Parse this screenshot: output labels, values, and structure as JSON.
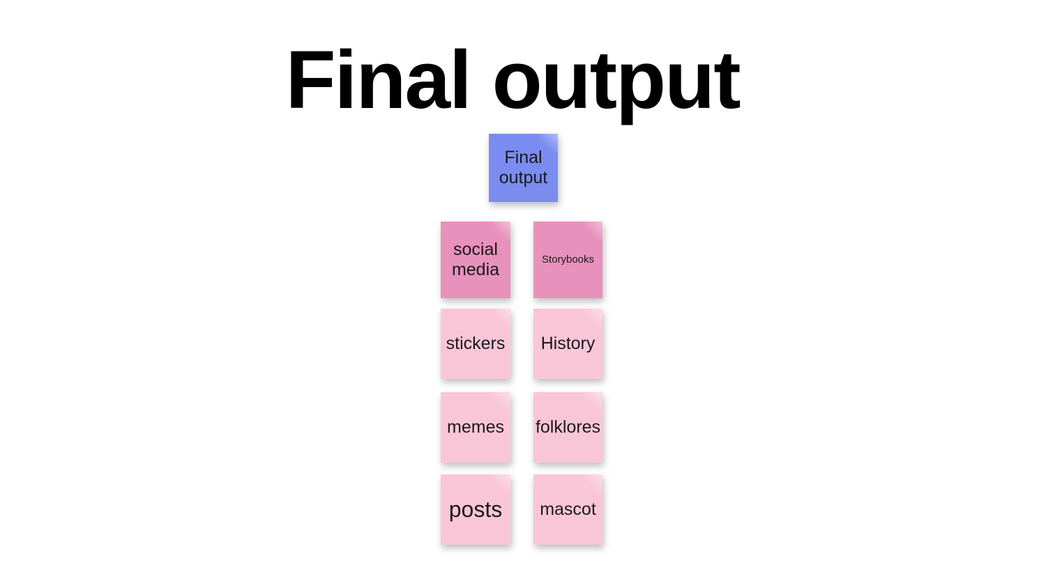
{
  "slide": {
    "title": "Final output",
    "background_color": "#ffffff",
    "title_color": "#000000"
  },
  "colors": {
    "root_note": "#7b8cf0",
    "note_dark_pink": "#e791bc",
    "note_light_pink": "#f9c6d8",
    "note_text": "#1a1a1a"
  },
  "diagram": {
    "type": "sticky-note-cluster",
    "root": {
      "label": "Final output",
      "color": "#7b8cf0",
      "text_size": "medium"
    },
    "columns": [
      {
        "name": "left-column",
        "notes": [
          {
            "label": "social media",
            "color": "#e791bc",
            "text_size": "medium"
          },
          {
            "label": "stickers",
            "color": "#f9c6d8",
            "text_size": "medium"
          },
          {
            "label": "memes",
            "color": "#f9c6d8",
            "text_size": "medium"
          },
          {
            "label": "posts",
            "color": "#f9c6d8",
            "text_size": "large"
          }
        ]
      },
      {
        "name": "right-column",
        "notes": [
          {
            "label": "Storybooks",
            "color": "#e791bc",
            "text_size": "small"
          },
          {
            "label": "History",
            "color": "#f9c6d8",
            "text_size": "medium"
          },
          {
            "label": "folklores",
            "color": "#f9c6d8",
            "text_size": "medium"
          },
          {
            "label": "mascot",
            "color": "#f9c6d8",
            "text_size": "medium"
          }
        ]
      }
    ]
  }
}
